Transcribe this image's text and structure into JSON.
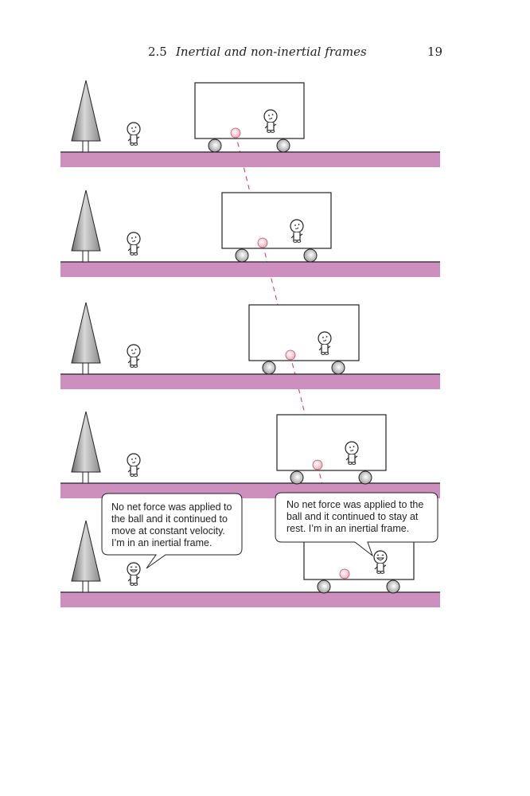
{
  "header": {
    "section_number": "2.5",
    "section_title": "Inertial and non-inertial frames",
    "page_number": "19"
  },
  "speech": {
    "left_lines": [
      "No net force was applied to",
      "the ball and it continued to",
      "move at constant velocity.",
      "I’m in an inertial frame."
    ],
    "right_lines": [
      "No net force was applied to the",
      "ball and it continued to stay at",
      "rest. I’m in an inertial frame."
    ]
  },
  "colors": {
    "ground": "#cc8fbe",
    "ball": "#f6c8d0",
    "trajectory": "#cc3355",
    "tree": "#a8a8a8",
    "outline": "#222222"
  }
}
